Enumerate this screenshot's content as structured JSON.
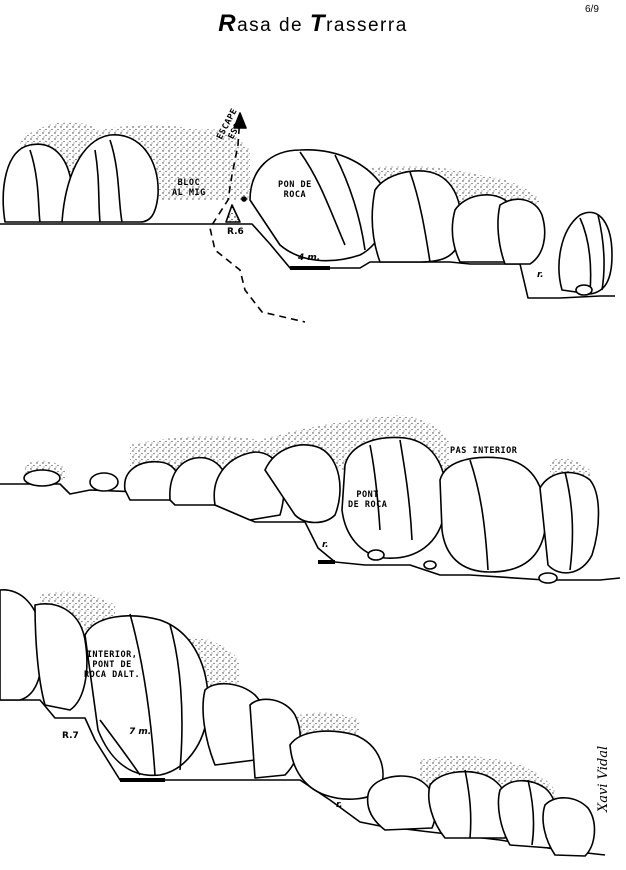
{
  "title": {
    "cap1": "R",
    "rest1": "asa de ",
    "cap2": "T",
    "rest2": "rasserra"
  },
  "page_number": "6/9",
  "section1": {
    "bloc_al_mig": "BLOC\nAL MIG",
    "escape_esq": "ESCAPE\nESQ.",
    "pon_de_roca": "PON DE\nROCA",
    "r6": "R.6",
    "drop_4m": "4 m.",
    "r_mark": "r."
  },
  "section2": {
    "pas_interior": "PAS INTERIOR",
    "pont_de_roca": "PONT\nDE ROCA",
    "r_mark": "r."
  },
  "section3": {
    "interior_pont": "INTERIOR,\nPONT DE\nROCA DALT.",
    "r7": "R.7",
    "drop_7m": "7 m.",
    "r_mark": "r."
  },
  "signature": "Xavi Vidal"
}
